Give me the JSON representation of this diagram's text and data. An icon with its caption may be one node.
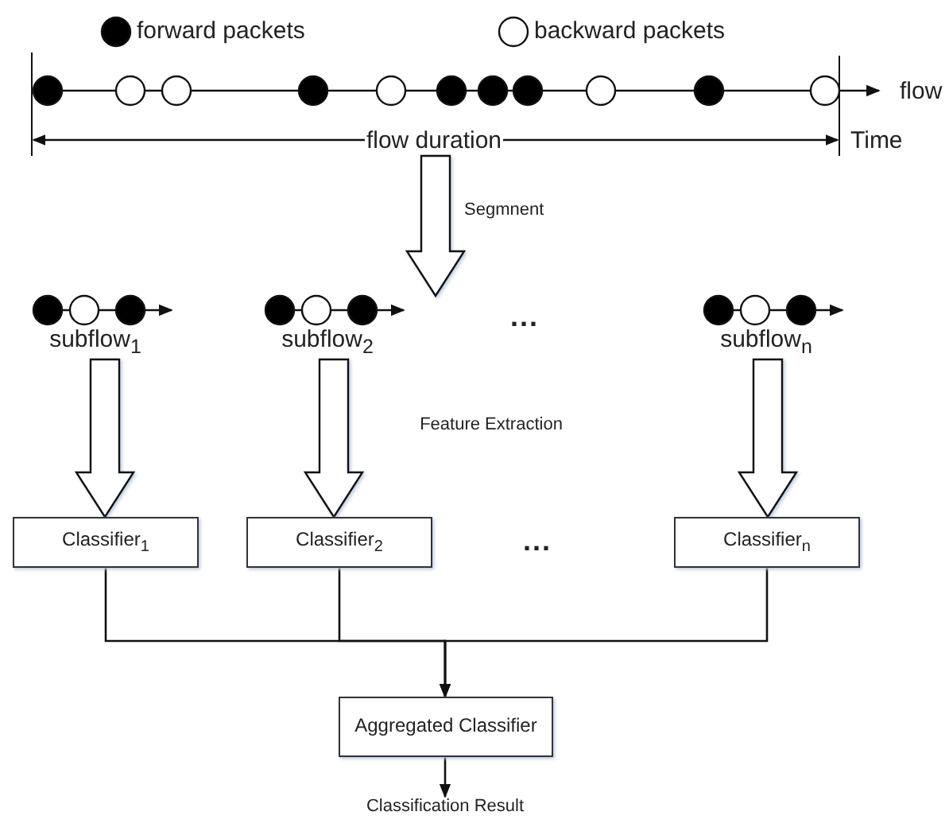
{
  "diagram": {
    "nodes": [
      {
        "text": [],
        "shape": "picture"
      },
      {
        "text": [
          "subflow$_{1}$"
        ]
      },
      {
        "text": [
          "subflow$_{2}$"
        ]
      },
      {
        "text": [
          "subflow$_{n}$"
        ]
      },
      {
        "text": [
          "Classifier$_{1}$"
        ]
      },
      {
        "text": [
          "Classifier$_{2}$"
        ]
      },
      {
        "text": [
          "Classifier$_{n}$"
        ]
      },
      {
        "text": [
          "Aggregated Classifier"
        ]
      },
      {
        "text": [
          "Classification Result"
        ]
      }
    ],
    "edges": [
      {
        "from": 0,
        "to": null,
        "arrow": "to",
        "label": "Segmnent",
        "style": "thick"
      },
      {
        "from": 1,
        "to": 4,
        "arrow": "to",
        "style": "thick"
      },
      {
        "from": 2,
        "to": 5,
        "arrow": "to",
        "style": "thick"
      },
      {
        "from": 3,
        "to": 6,
        "arrow": "to",
        "style": "thick"
      },
      {
        "from": 4,
        "to": 7,
        "arrow": "to"
      },
      {
        "from": 5,
        "to": 7,
        "arrow": "to"
      },
      {
        "from": 6,
        "to": 7,
        "arrow": "to"
      },
      {
        "from": 7,
        "to": 8,
        "arrow": "to"
      }
    ],
    "labels": [
      "flow",
      "flow duration",
      "Time",
      "...",
      "Feature Extraction",
      "..."
    ],
    "legend": [
      {
        "text": "forward packets"
      },
      {
        "text": "backward packets"
      }
    ]
  }
}
